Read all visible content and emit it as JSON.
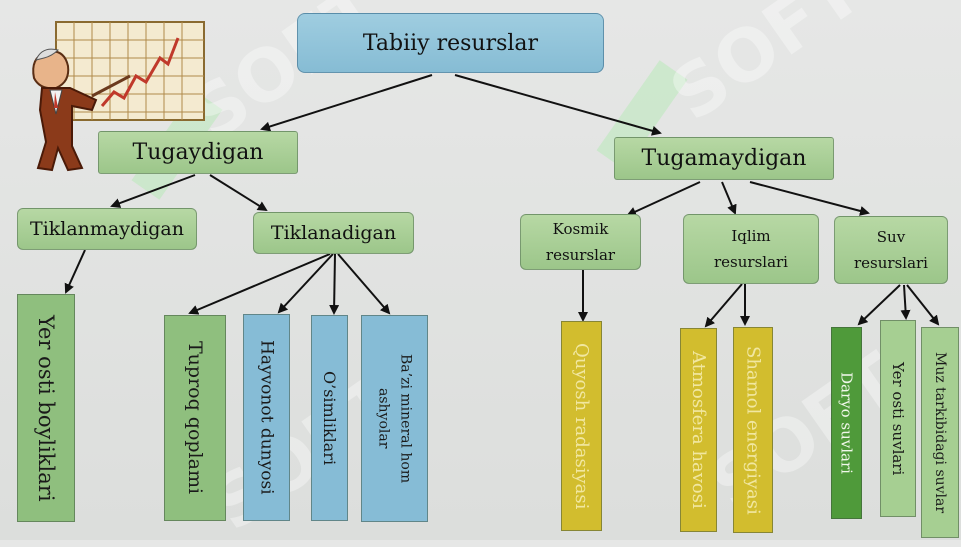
{
  "root": "Tabiiy resurslar",
  "level1": {
    "left": "Tugaydigan",
    "right": "Tugamaydigan"
  },
  "level2": {
    "tiklanmaydigan": "Tiklanmaydigan",
    "tiklanadigan": "Tiklanadigan",
    "kosmik": "Kosmik\nresurslar",
    "iqlim": "Iqlim\nresurslari",
    "suv": "Suv\nresurslari"
  },
  "leaves": {
    "yer_osti_boyliklari": "Yer osti boyliklari",
    "tuproq": "Tuproq qoplami",
    "hayvonot": "Hayvonot dunyosi",
    "osimliklar": "O’simliklari",
    "mineral": "Ba’zi mineral hom\nashyolar",
    "quyosh": "Quyosh radasiyasi",
    "atmosfera": "Atmosfera havosi",
    "shamol": "Shamol energiyasi",
    "daryo": "Daryo suvlari",
    "yer_osti_suvlari": "Yer osti suvlari",
    "muz": "Muz tarkibidagi suvlar"
  },
  "watermark": "SOFT",
  "colors": {
    "green_box": "#9cc68a",
    "blue_box": "#86bcd4",
    "yellow": "#d2bd2e",
    "dark_green": "#4f9a3a",
    "arrow": "#111111"
  },
  "icons": [
    "businessman-chart-icon"
  ]
}
